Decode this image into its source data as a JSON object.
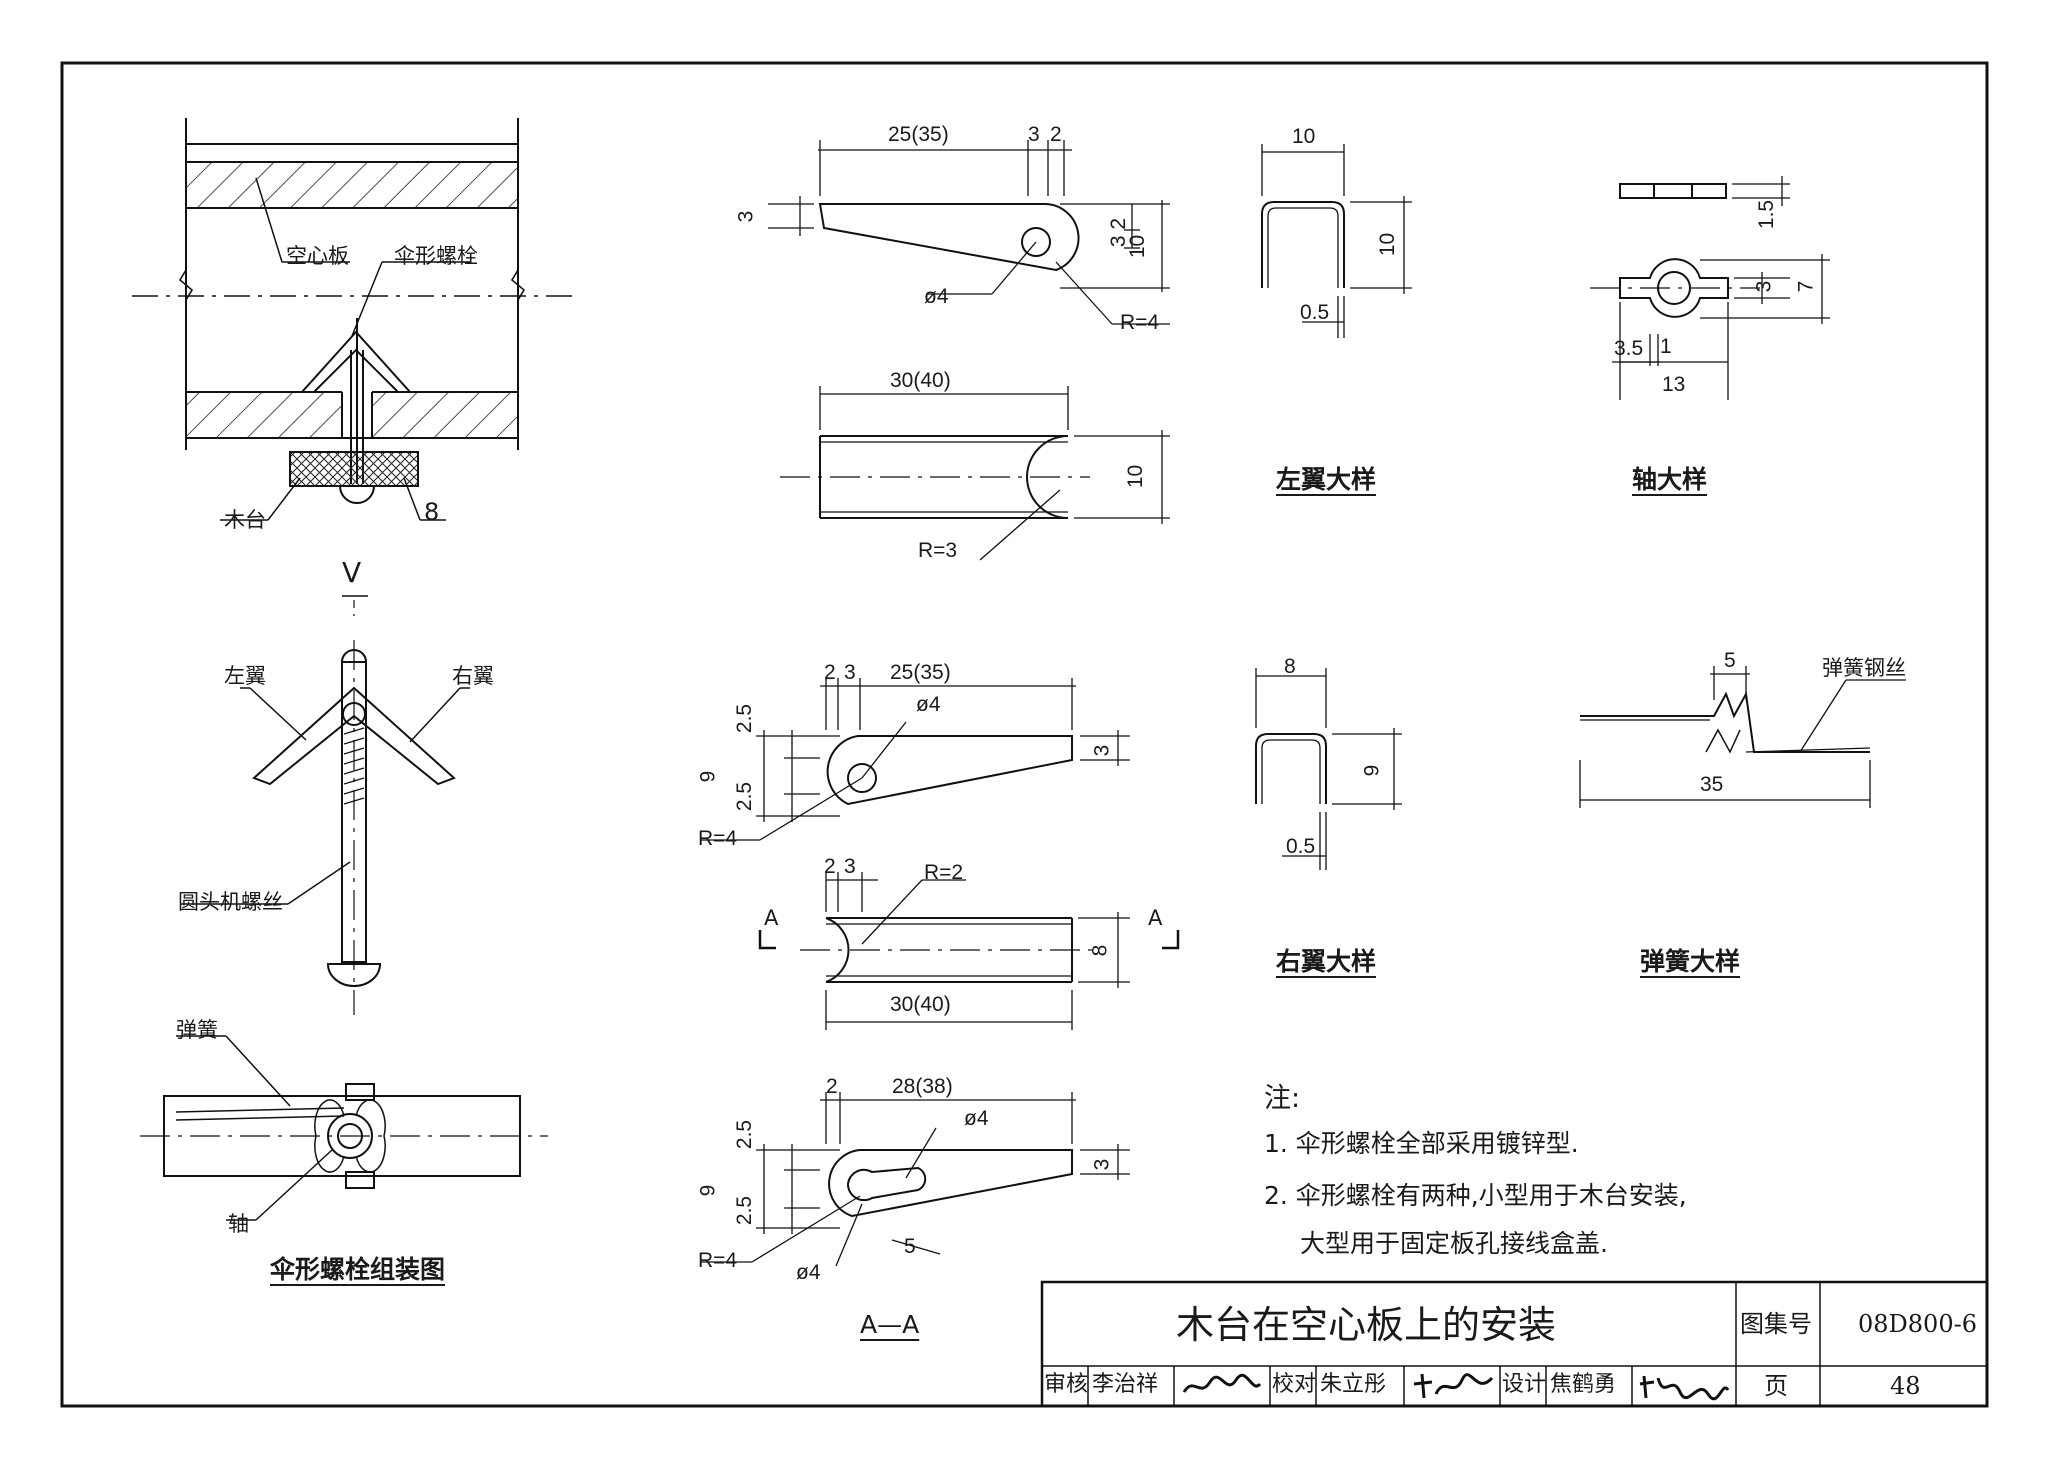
{
  "labels": {
    "hollow_slab": "空心板",
    "umbrella_bolt": "伞形螺栓",
    "wood_base": "木台",
    "wood_base_num": "8",
    "view_v": "V",
    "left_wing": "左翼",
    "right_wing": "右翼",
    "round_head_screw": "圆头机螺丝",
    "spring": "弹簧",
    "shaft": "轴",
    "spring_wire": "弹簧钢丝",
    "section_a": "A"
  },
  "captions": {
    "assembly": "伞形螺栓组装图",
    "left_wing_detail": "左翼大样",
    "shaft_detail": "轴大样",
    "right_wing_detail": "右翼大样",
    "spring_detail": "弹簧大样",
    "section_aa": "A—A"
  },
  "dims": {
    "lw_len": "25(35)",
    "lw_3": "3",
    "lw_2": "2",
    "lw_h3": "3",
    "lw_32": "3 2",
    "lw_10": "10",
    "lw_phi4": "ø4",
    "lw_r4": "R=4",
    "lw2_len": "30(40)",
    "lw2_10": "10",
    "lw2_r3": "R=3",
    "lwd_10a": "10",
    "lwd_10b": "10",
    "lwd_05": "0.5",
    "sh_15": "1.5",
    "sh_3": "3",
    "sh_7": "7",
    "sh_35": "3.5",
    "sh_1": "1",
    "sh_13": "13",
    "rw_2": "2",
    "rw_3": "3",
    "rw_len": "25(35)",
    "rw_phi4": "ø4",
    "rw_25a": "2.5",
    "rw_25b": "2.5",
    "rw_9": "9",
    "rw_h3": "3",
    "rw_r4": "R=4",
    "rw2_2": "2",
    "rw2_3": "3",
    "rw2_r2": "R=2",
    "rw2_8": "8",
    "rw2_len": "30(40)",
    "rwd_8": "8",
    "rwd_9": "9",
    "rwd_05": "0.5",
    "sp_5": "5",
    "sp_35": "35",
    "aa_2": "2",
    "aa_len": "28(38)",
    "aa_phi4a": "ø4",
    "aa_25a": "2.5",
    "aa_25b": "2.5",
    "aa_9": "9",
    "aa_h3": "3",
    "aa_r4": "R=4",
    "aa_phi4b": "ø4",
    "aa_5": "5"
  },
  "notes": {
    "heading": "注:",
    "items": [
      "1. 伞形螺栓全部采用镀锌型.",
      "2. 伞形螺栓有两种,小型用于木台安装,",
      "大型用于固定板孔接线盒盖."
    ]
  },
  "title_block": {
    "title": "木台在空心板上的安装",
    "atlas_label": "图集号",
    "atlas_no": "08D800-6",
    "page_label": "页",
    "page_no": "48",
    "review_label": "审核",
    "reviewer": "李治祥",
    "reviewer_sig": "李治祥",
    "check_label": "校对",
    "checker": "朱立彤",
    "checker_sig": "朱立彤",
    "design_label": "设计",
    "designer": "焦鹤勇",
    "designer_sig": "焦鹤勇"
  }
}
